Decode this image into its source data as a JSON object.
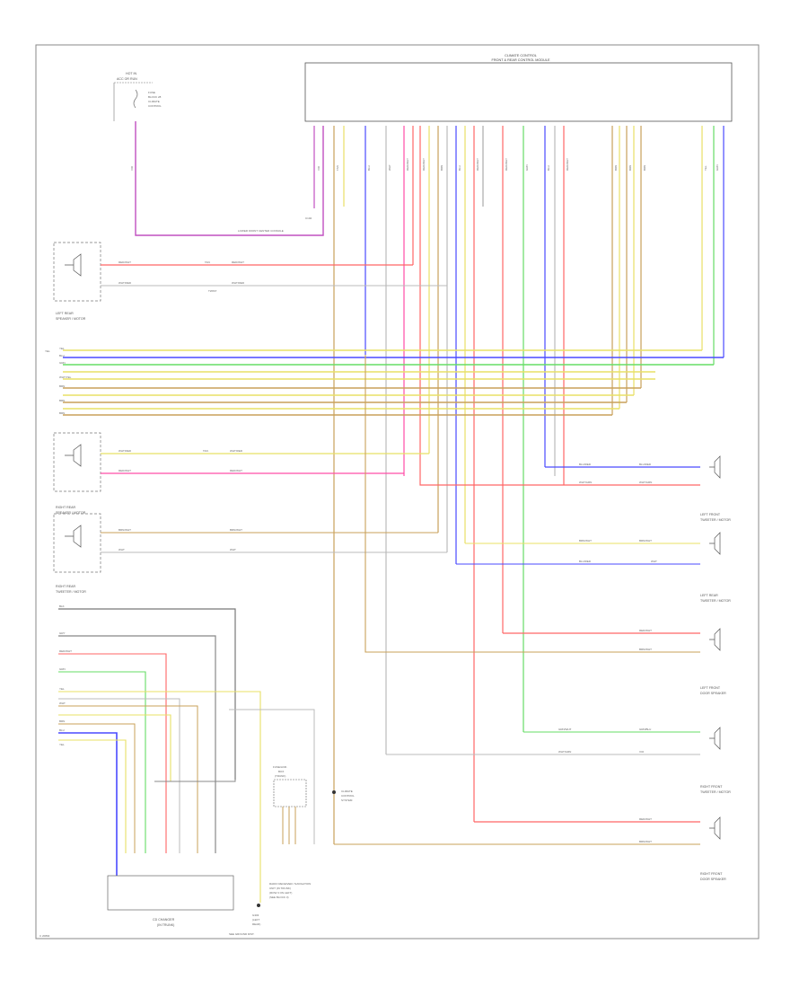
{
  "diagram": {
    "page_code": "C 20894",
    "module": {
      "title_line1": "CLIMATE CONTROL",
      "title_line2": "FRONT & REAR CONTROL MODULE"
    },
    "top_left": {
      "title_line1": "HOT IN",
      "title_line2": "ACC OR RUN",
      "fuse_lines": [
        "FUSE",
        "BLOCK 28",
        "CLIMATE",
        "CONTROL"
      ]
    },
    "ground_label_1": "LOWER FRONT CENTER CONSOLE",
    "ground_label_2": "SEE GROUND DISTRIBUTION",
    "connector_label": "C102",
    "components": {
      "left_rear_speaker": {
        "line1": "LEFT REAR",
        "line2": "SPEAKER / MOTOR"
      },
      "right_rear_speaker": {
        "line1": "RIGHT REAR",
        "line2": "SPEAKER / MOTOR"
      },
      "right_rear_tweeter": {
        "line1": "RIGHT REAR",
        "line2": "TWEETER / MOTOR"
      },
      "left_front_tweeter": {
        "line1": "LEFT FRONT",
        "line2": "TWEETER / MOTOR"
      },
      "left_rear_tweeter": {
        "line1": "LEFT REAR",
        "line2": "TWEETER / MOTOR"
      },
      "left_front_door": {
        "line1": "LEFT FRONT",
        "line2": "DOOR SPEAKER"
      },
      "right_front_tweeter": {
        "line1": "RIGHT FRONT",
        "line2": "TWEETER / MOTOR"
      },
      "right_front_door": {
        "line1": "RIGHT FRONT",
        "line2": "DOOR SPEAKER"
      },
      "cd_changer": {
        "line1": "CD CHANGER",
        "line2": "(IN TRUNK)"
      },
      "navigation": {
        "lines": [
          "RADIO RECEIVER / NAVIGATION",
          "UNIT (IN TRUNK)",
          "(ROW 3 ON LEFT)",
          "(SEE BLOCK 3)"
        ]
      },
      "ground_bottom": {
        "lines": [
          "G303",
          "(LEFT",
          "REAR)",
          "SEE GROUND DIST."
        ]
      },
      "junction_label": {
        "lines": [
          "FUSE/LINK",
          "BOX",
          "(TRUNK)"
        ]
      },
      "splice_label": {
        "lines": [
          "CLIMATE",
          "CONTROL",
          "SYSTEM"
        ]
      }
    },
    "wire_labels": {
      "red_wht": "RED/WHT",
      "wht_red": "WHT/RED",
      "yel": "YEL",
      "blu": "BLU",
      "grn": "GRN",
      "wht": "WHT",
      "brn": "BRN",
      "blk": "BLK",
      "tan": "TAN",
      "gry": "GRY",
      "vio": "VIO",
      "brn_wht": "BRN/WHT",
      "wht_brn": "WHT/BRN",
      "blu_red": "BLU/RED",
      "grn_wht": "GRN/WHT",
      "wht_grn": "WHT/GRN",
      "wht_yel": "WHT/YEL",
      "grn_blu": "GRN/BLU",
      "twisted": "TWIST"
    },
    "colors": {
      "red": "#ff6666",
      "pink": "#ff4da6",
      "violet": "#c050c0",
      "blue": "#4a4aff",
      "green": "#66dd66",
      "yellow": "#e8e066",
      "tan": "#c9a15a",
      "gray": "#888888",
      "light_gray": "#bbbbbb",
      "black": "#333333"
    }
  }
}
